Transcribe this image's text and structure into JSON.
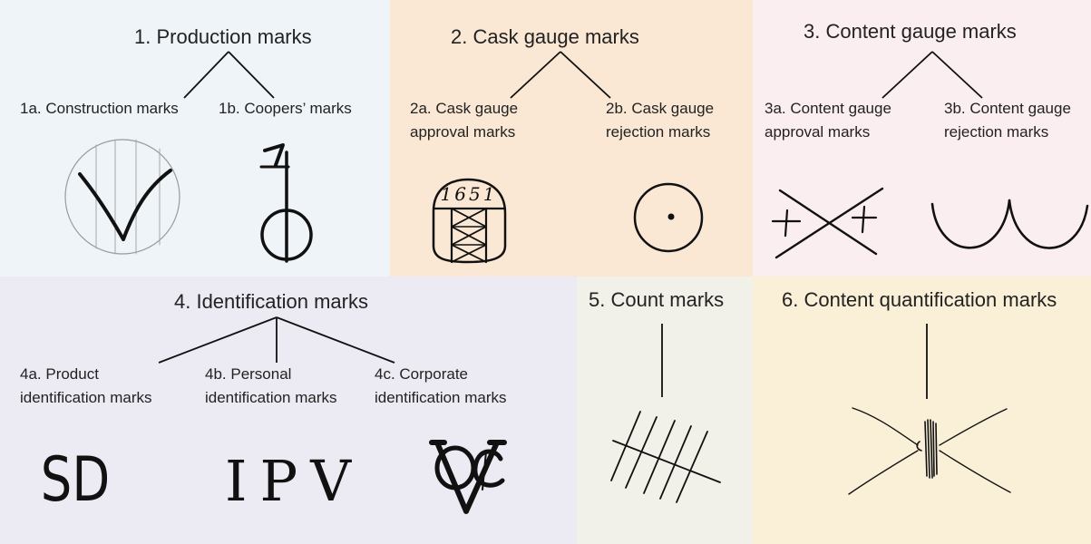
{
  "colors": {
    "panel1": "#eef4f8",
    "panel2": "#fae8d4",
    "panel3": "#fbeef0",
    "panel4": "#eceaf3",
    "panel5": "#f1f1ea",
    "panel6": "#faf0d8"
  },
  "groups": [
    {
      "title": "1. Production marks",
      "subs": [
        {
          "line1": "1a. Construction marks",
          "line2": ""
        },
        {
          "line1": "1b. Coopers’ marks",
          "line2": ""
        }
      ]
    },
    {
      "title": "2. Cask gauge marks",
      "subs": [
        {
          "line1": "2a. Cask gauge",
          "line2": "approval marks"
        },
        {
          "line1": "2b. Cask gauge",
          "line2": "rejection marks"
        }
      ]
    },
    {
      "title": "3. Content gauge marks",
      "subs": [
        {
          "line1": "3a. Content gauge",
          "line2": "approval marks"
        },
        {
          "line1": "3b. Content gauge",
          "line2": "rejection marks"
        }
      ]
    },
    {
      "title": "4. Identification marks",
      "subs": [
        {
          "line1": "4a. Product",
          "line2": "identification marks"
        },
        {
          "line1": "4b. Personal",
          "line2": "identification marks"
        },
        {
          "line1": "4c. Corporate",
          "line2": "identification marks"
        }
      ]
    },
    {
      "title": "5. Count marks",
      "subs": []
    },
    {
      "title": "6. Content quantification marks",
      "subs": []
    }
  ],
  "marks": {
    "gauge_year": "1651",
    "product_id": "SD",
    "personal_id": "IPV"
  },
  "icons": [
    "construction-mark-v-icon",
    "cooper-mark-icon",
    "gauge-year-stamp-icon",
    "circle-dot-icon",
    "cross-plus-icon",
    "double-arc-icon",
    "voc-monogram-icon",
    "tally-marks-icon",
    "knot-mark-icon"
  ]
}
